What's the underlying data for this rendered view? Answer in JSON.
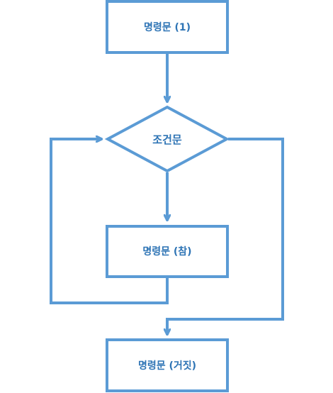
{
  "colors": {
    "stroke": "#5b9bd5",
    "text": "#2e74b5",
    "background": "#ffffff"
  },
  "nodes": {
    "statement_1": "명령문 (1)",
    "condition": "조건문",
    "statement_true": "명령문 (참)",
    "statement_false": "명령문 (거짓)"
  }
}
